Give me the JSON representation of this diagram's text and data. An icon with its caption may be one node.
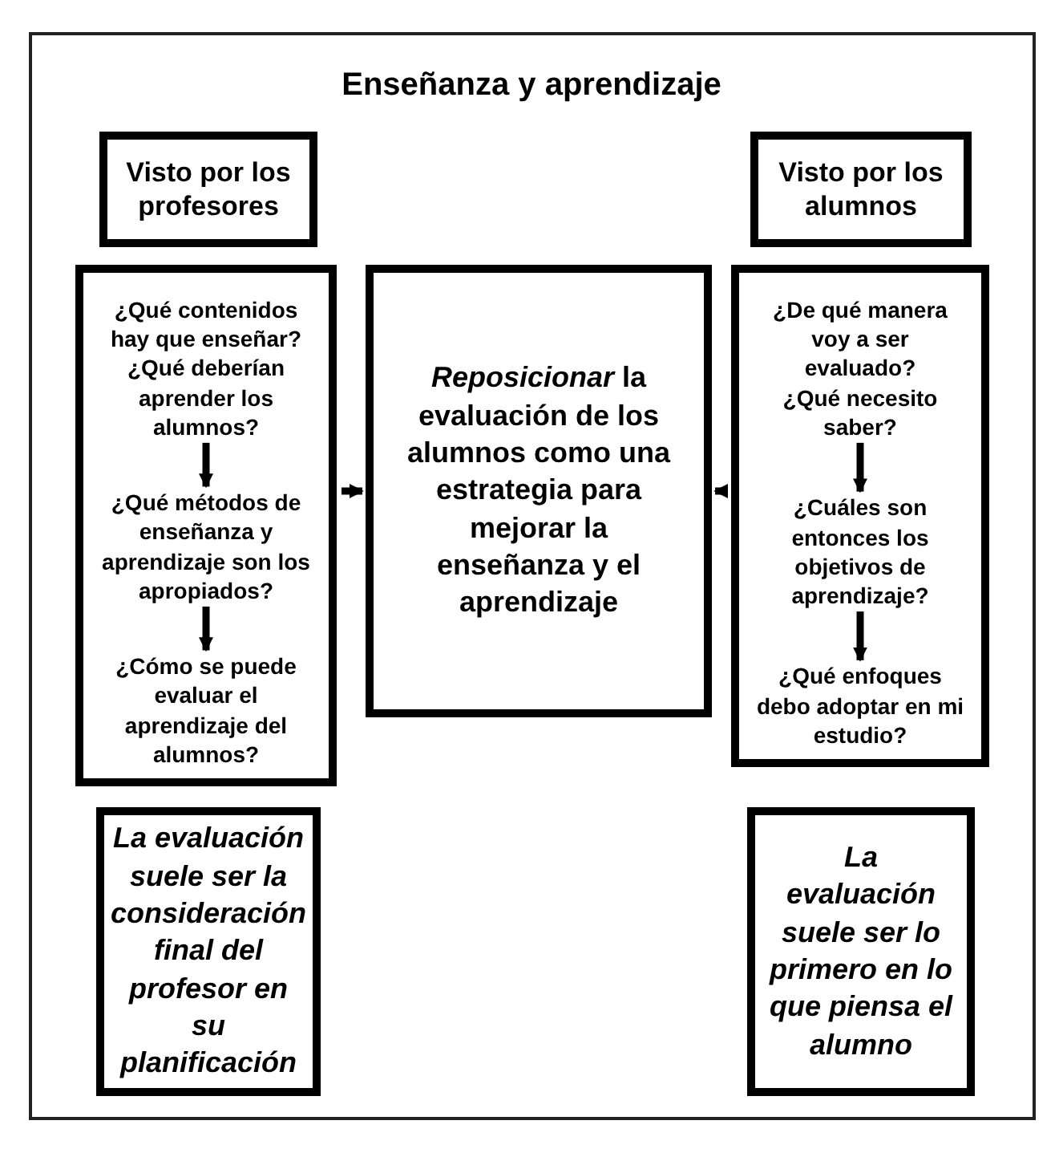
{
  "diagram": {
    "title": "Enseñanza y aprendizaje",
    "nodes": [
      {
        "text": [
          "Visto por los profesores"
        ]
      },
      {
        "text": [
          "Visto por los alumnos"
        ]
      },
      {
        "text": [],
        "shape": "box"
      },
      {
        "text": [
          "¿Qué contenidos hay que enseñar?",
          "¿Qué deberían aprender los alumnos?"
        ],
        "in": 2
      },
      {
        "text": [
          "¿Qué métodos de enseñanza y aprendizaje son los apropiados?"
        ],
        "in": 2
      },
      {
        "text": [
          "¿Cómo se puede evaluar el aprendizaje del alumnos?"
        ],
        "in": 2
      },
      {
        "text": [
          "*Reposicionar* la evaluación de los alumnos como una estrategia para mejorar la enseñanza y el aprendizaje"
        ]
      },
      {
        "text": [],
        "shape": "box"
      },
      {
        "text": [
          "¿De qué manera voy a ser evaluado?",
          "¿Qué necesito saber?"
        ],
        "in": 7
      },
      {
        "text": [
          "¿Cuáles son entonces los objetivos de aprendizaje?"
        ],
        "in": 7
      },
      {
        "text": [
          "¿Qué enfoques debo adoptar en mi estudio?"
        ],
        "in": 7
      },
      {
        "text": [
          "La evaluación suele ser la consideración final del profesor en su planificación"
        ]
      },
      {
        "text": [
          "La evaluación suele ser lo primero en lo que piensa el alumno"
        ]
      }
    ],
    "edges": [
      {
        "from": 3,
        "to": 4,
        "arrow": "to"
      },
      {
        "from": 4,
        "to": 5,
        "arrow": "to"
      },
      {
        "from": 2,
        "to": 6,
        "arrow": "to"
      },
      {
        "from": 7,
        "to": 6,
        "arrow": "to"
      },
      {
        "from": 8,
        "to": 9,
        "arrow": "to"
      },
      {
        "from": 9,
        "to": 10,
        "arrow": "to"
      }
    ]
  }
}
